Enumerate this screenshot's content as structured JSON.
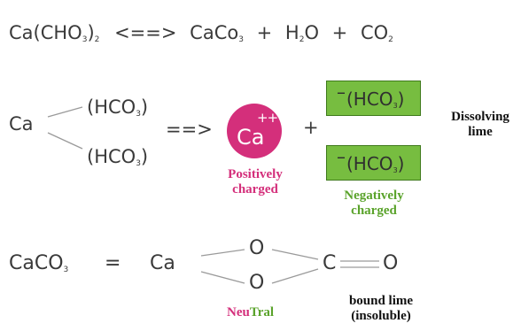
{
  "equation1": {
    "reactant_main": "Ca(CHO",
    "reactant_sub1": "3",
    "reactant_paren": ")",
    "reactant_sub2": "2",
    "arrow": "<==>",
    "p1_main": "CaCo",
    "p1_sub": "3",
    "plus1": "+",
    "p2_a": "H",
    "p2_sub": "2",
    "p2_b": "O",
    "plus2": "+",
    "p3_main": "CO",
    "p3_sub": "2"
  },
  "equation2": {
    "ca_label": "Ca",
    "top_group_main": "(HCO",
    "top_group_sub": "3",
    "top_group_close": ")",
    "bottom_group_main": "(HCO",
    "bottom_group_sub": "3",
    "bottom_group_close": ")",
    "arrow": "==>",
    "ion_ca": "Ca",
    "ion_charge": "++",
    "plus": "+",
    "anion_minus": "–",
    "anion_main": "(HCO",
    "anion_sub": "3",
    "anion_close": ")",
    "positive_line1": "Positively",
    "positive_line2": "charged",
    "negative_line1": "Negatively",
    "negative_line2": "charged",
    "dissolving_line1": "Dissolving",
    "dissolving_line2": "lime"
  },
  "equation3": {
    "left_main": "CaCO",
    "left_sub": "3",
    "equals": "=",
    "ca_label": "Ca",
    "o_top": "O",
    "o_bottom": "O",
    "c_label": "C",
    "o_right": "O",
    "neutral_a": "Neu",
    "neutral_b": "Tral",
    "bound_line1": "bound lime",
    "bound_line2": "(insoluble)"
  },
  "colors": {
    "text": "#3a3a3a",
    "magenta": "#d42f7b",
    "green": "#77bd40",
    "green_text": "#5aa32b",
    "line": "#9a9a9a"
  }
}
